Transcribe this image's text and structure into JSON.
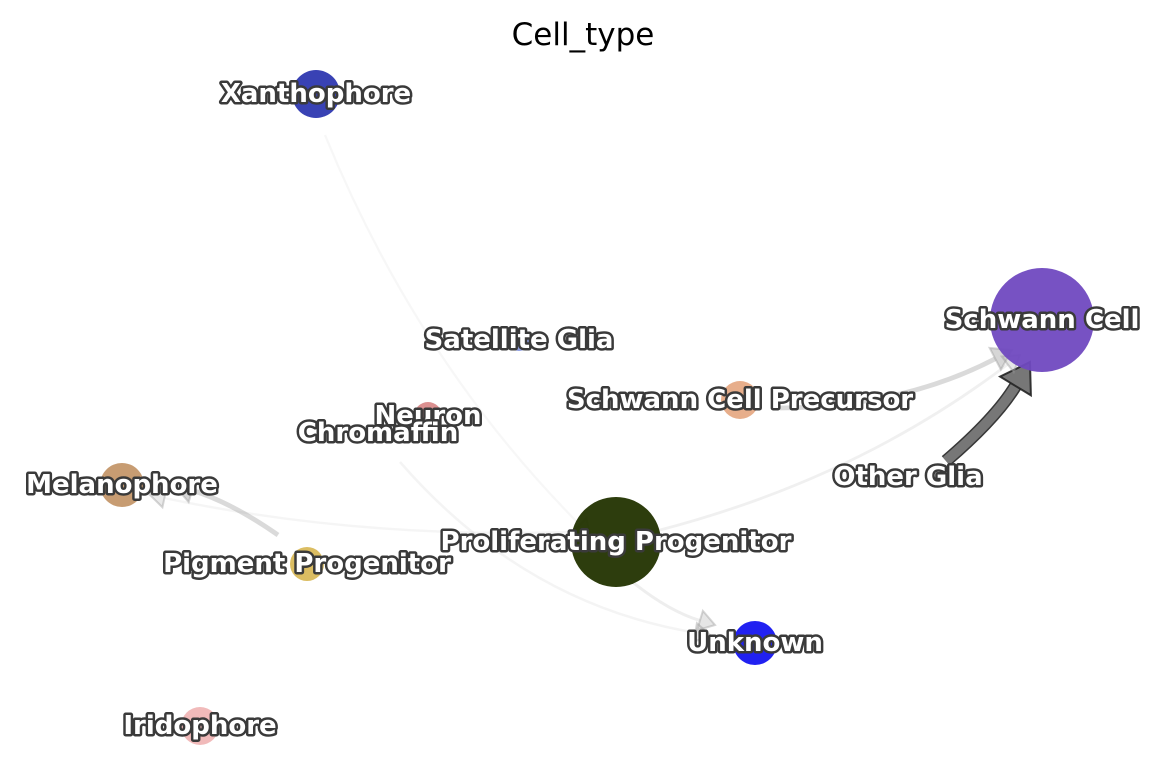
{
  "title": "Cell_type",
  "nodes": [
    {
      "id": "schwann",
      "label": "Schwann Cell",
      "color": "#7049c0"
    },
    {
      "id": "proliferating",
      "label": "Proliferating Progenitor",
      "color": "#223300"
    },
    {
      "id": "xanthophore",
      "label": "Xanthophore",
      "color": "#2e38b0"
    },
    {
      "id": "satellite",
      "label": "Satellite Glia",
      "color": "#8a9ae0"
    },
    {
      "id": "neuron",
      "label": "Neuron",
      "color": "#d98a8a"
    },
    {
      "id": "chromaffin",
      "label": "Chromaffin",
      "color": "#7a1a1a"
    },
    {
      "id": "scp",
      "label": "Schwann Cell Precursor",
      "color": "#e6aa85"
    },
    {
      "id": "otherglia",
      "label": "Other Glia",
      "color": "#cccccc"
    },
    {
      "id": "melanophore",
      "label": "Melanophore",
      "color": "#c4976a"
    },
    {
      "id": "pigment",
      "label": "Pigment Progenitor",
      "color": "#d9b95a"
    },
    {
      "id": "unknown",
      "label": "Unknown",
      "color": "#1515f0"
    },
    {
      "id": "iridophore",
      "label": "Iridophore",
      "color": "#f0b6b6"
    }
  ],
  "edges": [
    {
      "from": "otherglia",
      "to": "schwann",
      "weight": 1.0
    },
    {
      "from": "scp",
      "to": "schwann",
      "weight": 0.35
    },
    {
      "from": "pigment",
      "to": "melanophore",
      "weight": 0.35
    },
    {
      "from": "proliferating",
      "to": "schwann",
      "weight": 0.1
    },
    {
      "from": "proliferating",
      "to": "unknown",
      "weight": 0.12
    },
    {
      "from": "chromaffin",
      "to": "unknown",
      "weight": 0.06
    },
    {
      "from": "xanthophore",
      "to": "proliferating",
      "weight": 0.03
    },
    {
      "from": "proliferating",
      "to": "melanophore",
      "weight": 0.05
    }
  ]
}
